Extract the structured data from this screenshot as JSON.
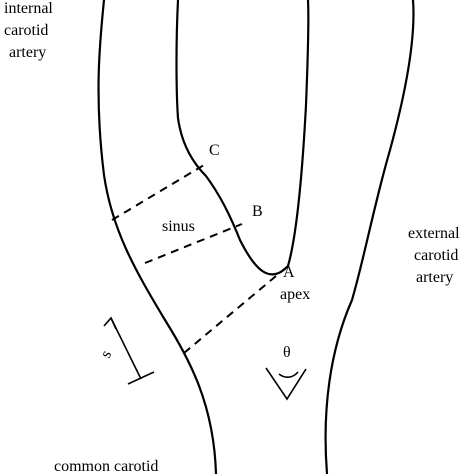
{
  "labels": {
    "internal_1": "internal",
    "internal_2": "carotid",
    "internal_3": "artery",
    "external_1": "external",
    "external_2": "carotid",
    "external_3": "artery",
    "common": "common carotid",
    "sinus": "sinus",
    "apex": "apex",
    "point_a": "A",
    "point_b": "B",
    "point_c": "C",
    "s": "s",
    "theta": "θ"
  }
}
